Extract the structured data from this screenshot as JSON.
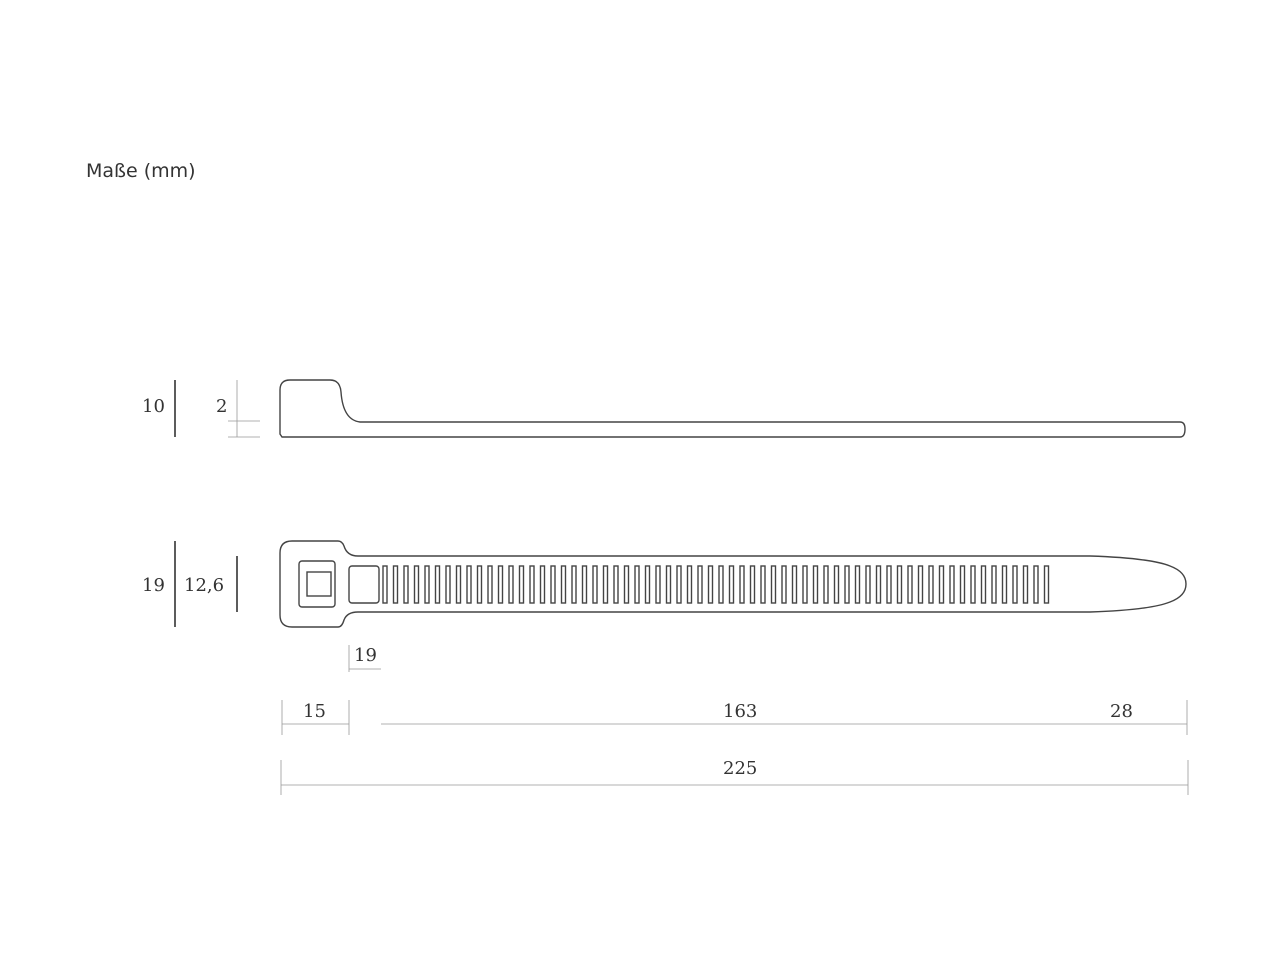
{
  "title": "Maße (mm)",
  "units": "mm",
  "dimensions": {
    "side_height": "10",
    "strap_thickness": "2",
    "head_width": "19",
    "strap_width": "12,6",
    "head_to_teeth": "19",
    "head_length": "15",
    "teeth_length": "163",
    "tip_length": "28",
    "total_length": "225"
  },
  "colors": {
    "line": "#444444",
    "dim_line": "#999999"
  }
}
